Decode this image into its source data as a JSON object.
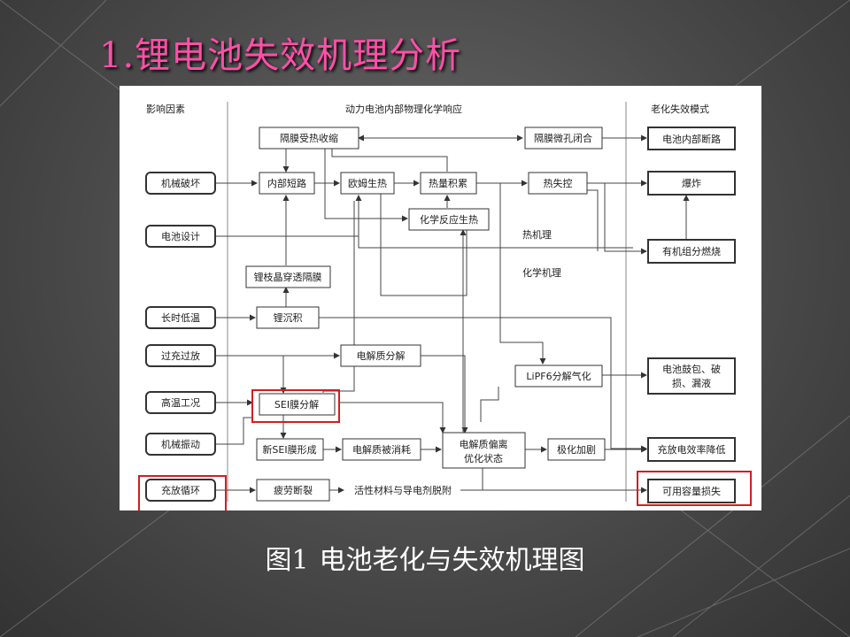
{
  "slide": {
    "title": "1.锂电池失效机理分析",
    "caption_num": "图1",
    "caption_text": "电池老化与失效机理图"
  },
  "diagram": {
    "headers": {
      "factors": "影响因素",
      "response": "动力电池内部物理化学响应",
      "modes": "老化失效模式"
    },
    "regions": {
      "thermal": "热机理",
      "chemical": "化学机理"
    },
    "factors": {
      "mech_damage": "机械破坏",
      "design": "电池设计",
      "low_temp": "长时低温",
      "overcharge": "过充过放",
      "high_temp": "高温工况",
      "vibration": "机械振动",
      "cycling": "充放循环"
    },
    "nodes": {
      "sep_shrink": "隔膜受热收缩",
      "short": "内部短路",
      "ohm": "欧姆生热",
      "heat_acc": "热量积累",
      "chem_heat": "化学反应生热",
      "runaway": "热失控",
      "sep_close": "隔膜微孔闭合",
      "dendrite": "锂枝晶穿透隔膜",
      "li_plating": "锂沉积",
      "elec_decomp": "电解质分解",
      "lipf6": "LiPF6分解气化",
      "sei_decomp": "SEI膜分解",
      "new_sei": "新SEI膜形成",
      "elec_consume": "电解质被消耗",
      "elec_dev_1": "电解质偏离",
      "elec_dev_2": "优化状态",
      "polarize": "极化加剧",
      "fatigue": "疲劳断裂",
      "detach": "活性材料与导电剂脱附"
    },
    "modes": {
      "internal_open": "电池内部断路",
      "explosion": "爆炸",
      "combustion": "有机组分燃烧",
      "swell_1": "电池鼓包、破",
      "swell_2": "损、漏液",
      "efficiency": "充放电效率降低",
      "capacity": "可用容量损失"
    },
    "highlight_color": "#d21f1f"
  }
}
